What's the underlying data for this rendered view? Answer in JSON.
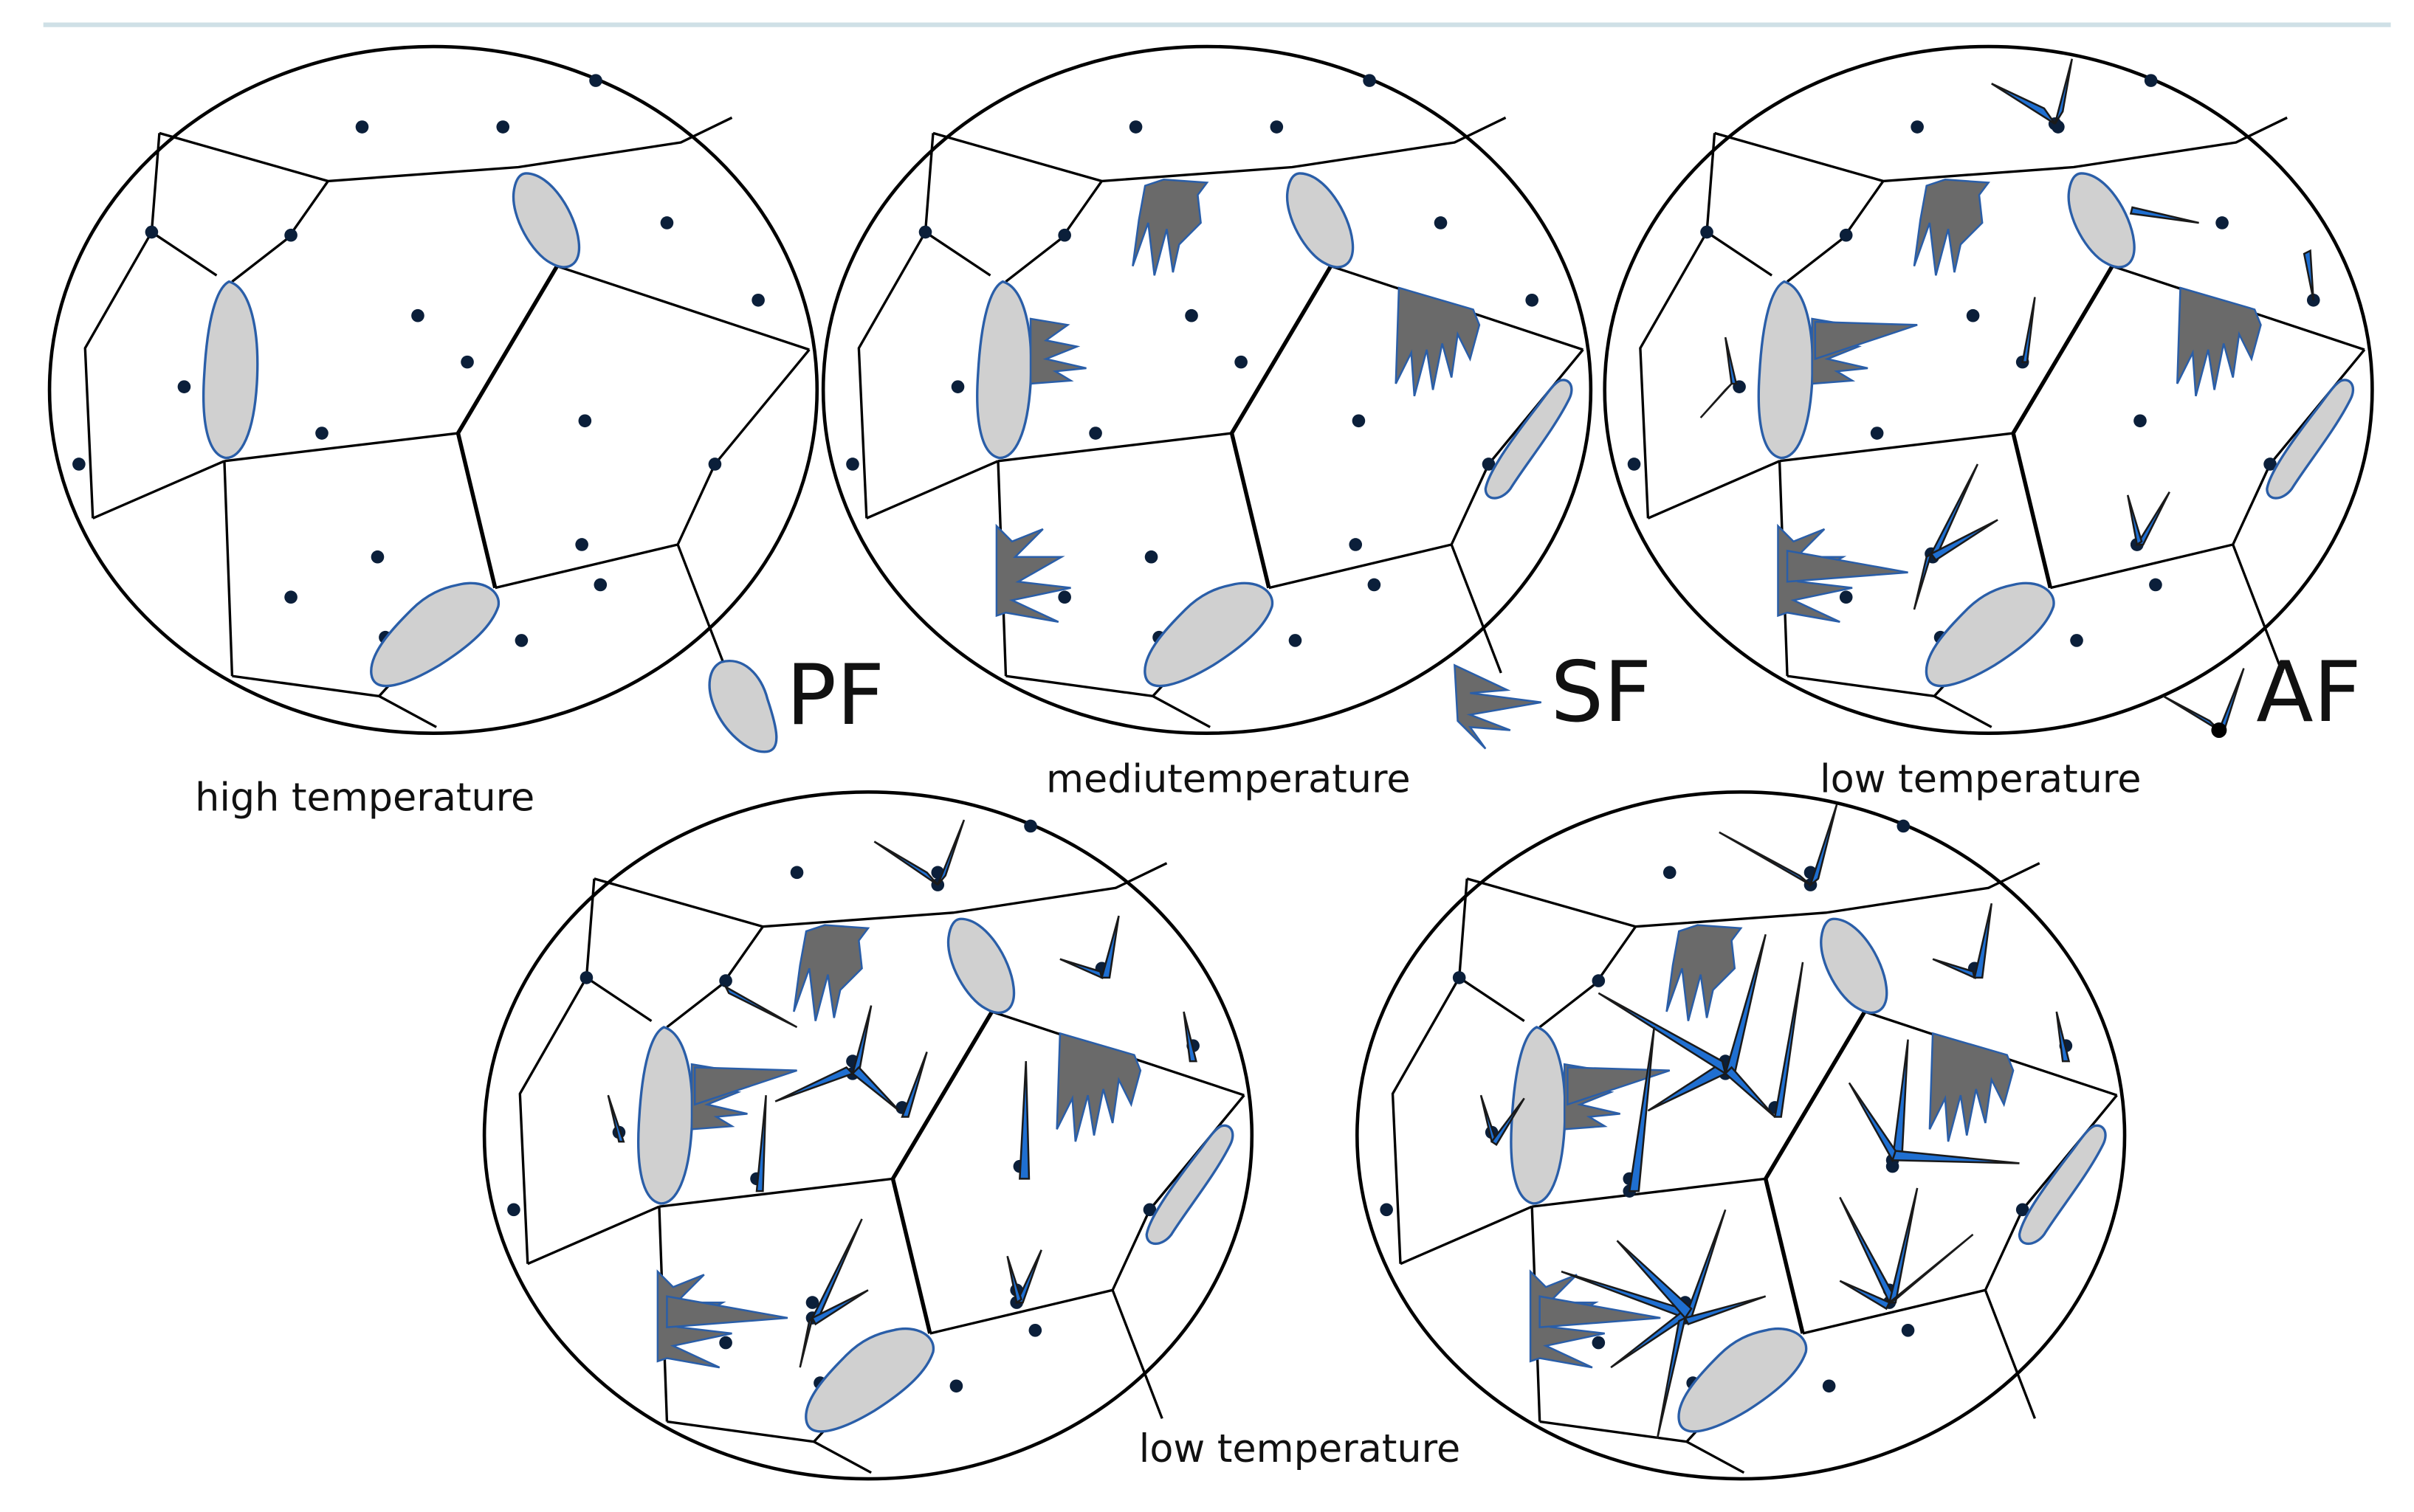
{
  "captions": {
    "high": "high temperature",
    "medium": "mediutemperature",
    "low_top": "low temperature",
    "low_bottom": "low temperature"
  },
  "legend": {
    "pf": "PF",
    "sf": "SF",
    "af": "AF"
  },
  "colors": {
    "grain_line": "#000000",
    "nucleus": "#0b1f3a",
    "pf_fill": "#d0d0d0",
    "pf_stroke": "#2a5ea8",
    "sf_fill": "#6a6a6a",
    "sf_stroke": "#2a5ea8",
    "af_fill": "#1f6fd1",
    "af_stroke": "#1a1a1a",
    "top_rule": "#cfe0e6"
  }
}
